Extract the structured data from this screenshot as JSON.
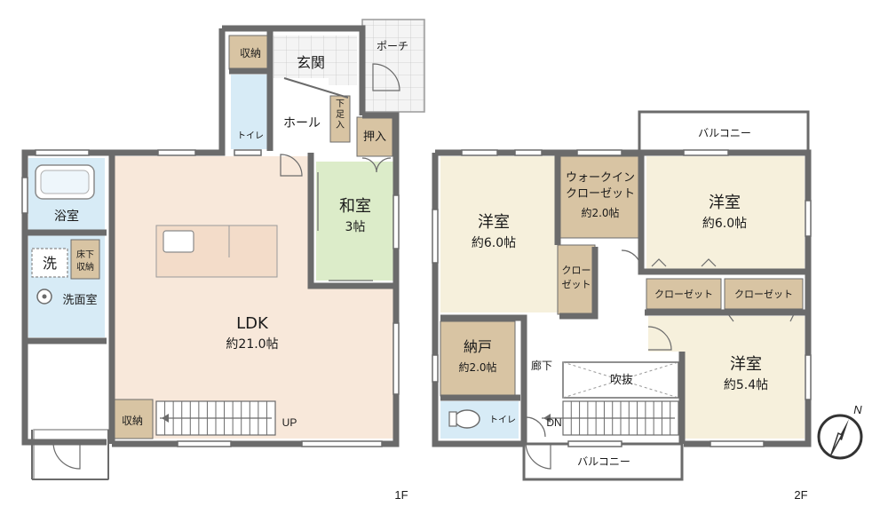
{
  "floor1": {
    "label": "1F",
    "rooms": {
      "storage_top": "収納",
      "genkan": "玄関",
      "porch": "ポーチ",
      "toilet": "トイレ",
      "hall": "ホール",
      "shoe_cabinet": "下足入",
      "oshiire": "押入",
      "bath": "浴室",
      "wash_mark": "洗",
      "underfloor_storage": "床下収納",
      "washroom": "洗面室",
      "washitsu": "和室",
      "washitsu_size": "3帖",
      "ldk": "LDK",
      "ldk_size": "約21.0帖",
      "storage_stairs": "収納",
      "up": "UP"
    }
  },
  "floor2": {
    "label": "2F",
    "rooms": {
      "balcony_top": "バルコニー",
      "yoshitsu_left": "洋室",
      "yoshitsu_left_size": "約6.0帖",
      "walkin": "ウォークイン",
      "walkin_sub": "クローゼット",
      "walkin_size": "約2.0帖",
      "yoshitsu_right": "洋室",
      "yoshitsu_right_size": "約6.0帖",
      "closet_small_1": "クロー",
      "closet_small_2": "ゼット",
      "closet_a": "クローゼット",
      "closet_b": "クローゼット",
      "nando": "納戸",
      "nando_size": "約2.0帖",
      "corridor": "廊下",
      "void": "吹抜",
      "yoshitsu_br": "洋室",
      "yoshitsu_br_size": "約5.4帖",
      "toilet": "トイレ",
      "dn": "DN",
      "balcony_bottom": "バルコニー"
    }
  },
  "compass": {
    "label": "N"
  },
  "colors": {
    "wall": "#6b6b6b",
    "ldk_floor": "#f8e8da",
    "washitsu_floor": "#dcecc9",
    "wet_floor": "#d7ebf6",
    "yoshitsu_floor": "#f6f0dc",
    "storage_floor": "#d8c4a3",
    "tile_floor": "#f2f2f2"
  }
}
